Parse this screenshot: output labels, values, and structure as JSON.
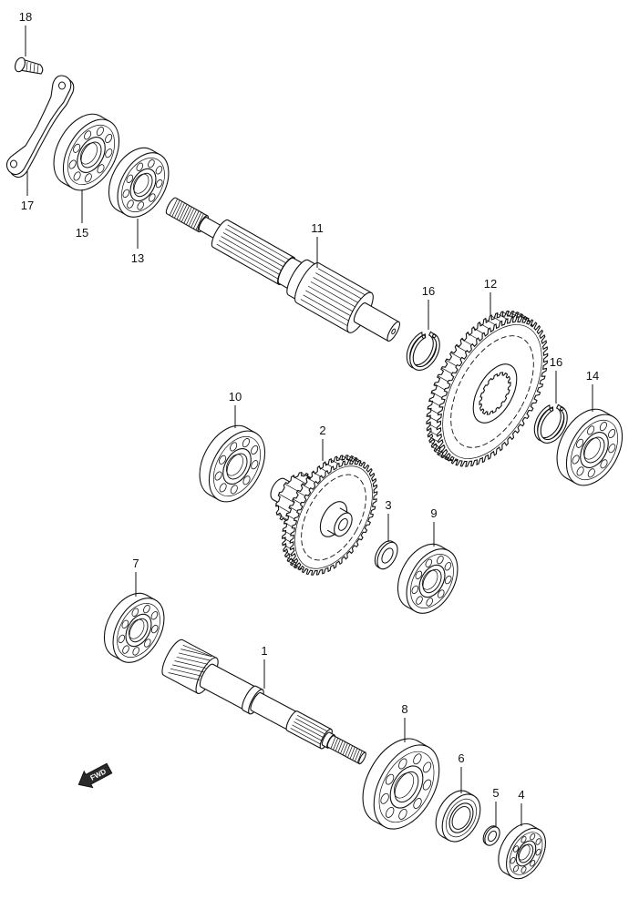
{
  "callouts": {
    "screw": "18",
    "bracket": "17",
    "bearing_15": "15",
    "bearing_13": "13",
    "shaft_11": "11",
    "gear_12": "12",
    "circlip_upper": "16",
    "circlip_lower": "16",
    "bearing_14": "14",
    "bearing_10": "10",
    "gear_2": "2",
    "washer_3": "3",
    "bearing_9": "9",
    "bearing_7": "7",
    "shaft_1": "1",
    "bearing_8": "8",
    "seal_6": "6",
    "washer_5": "5",
    "bearing_4": "4"
  },
  "fwd_label": "FWD"
}
